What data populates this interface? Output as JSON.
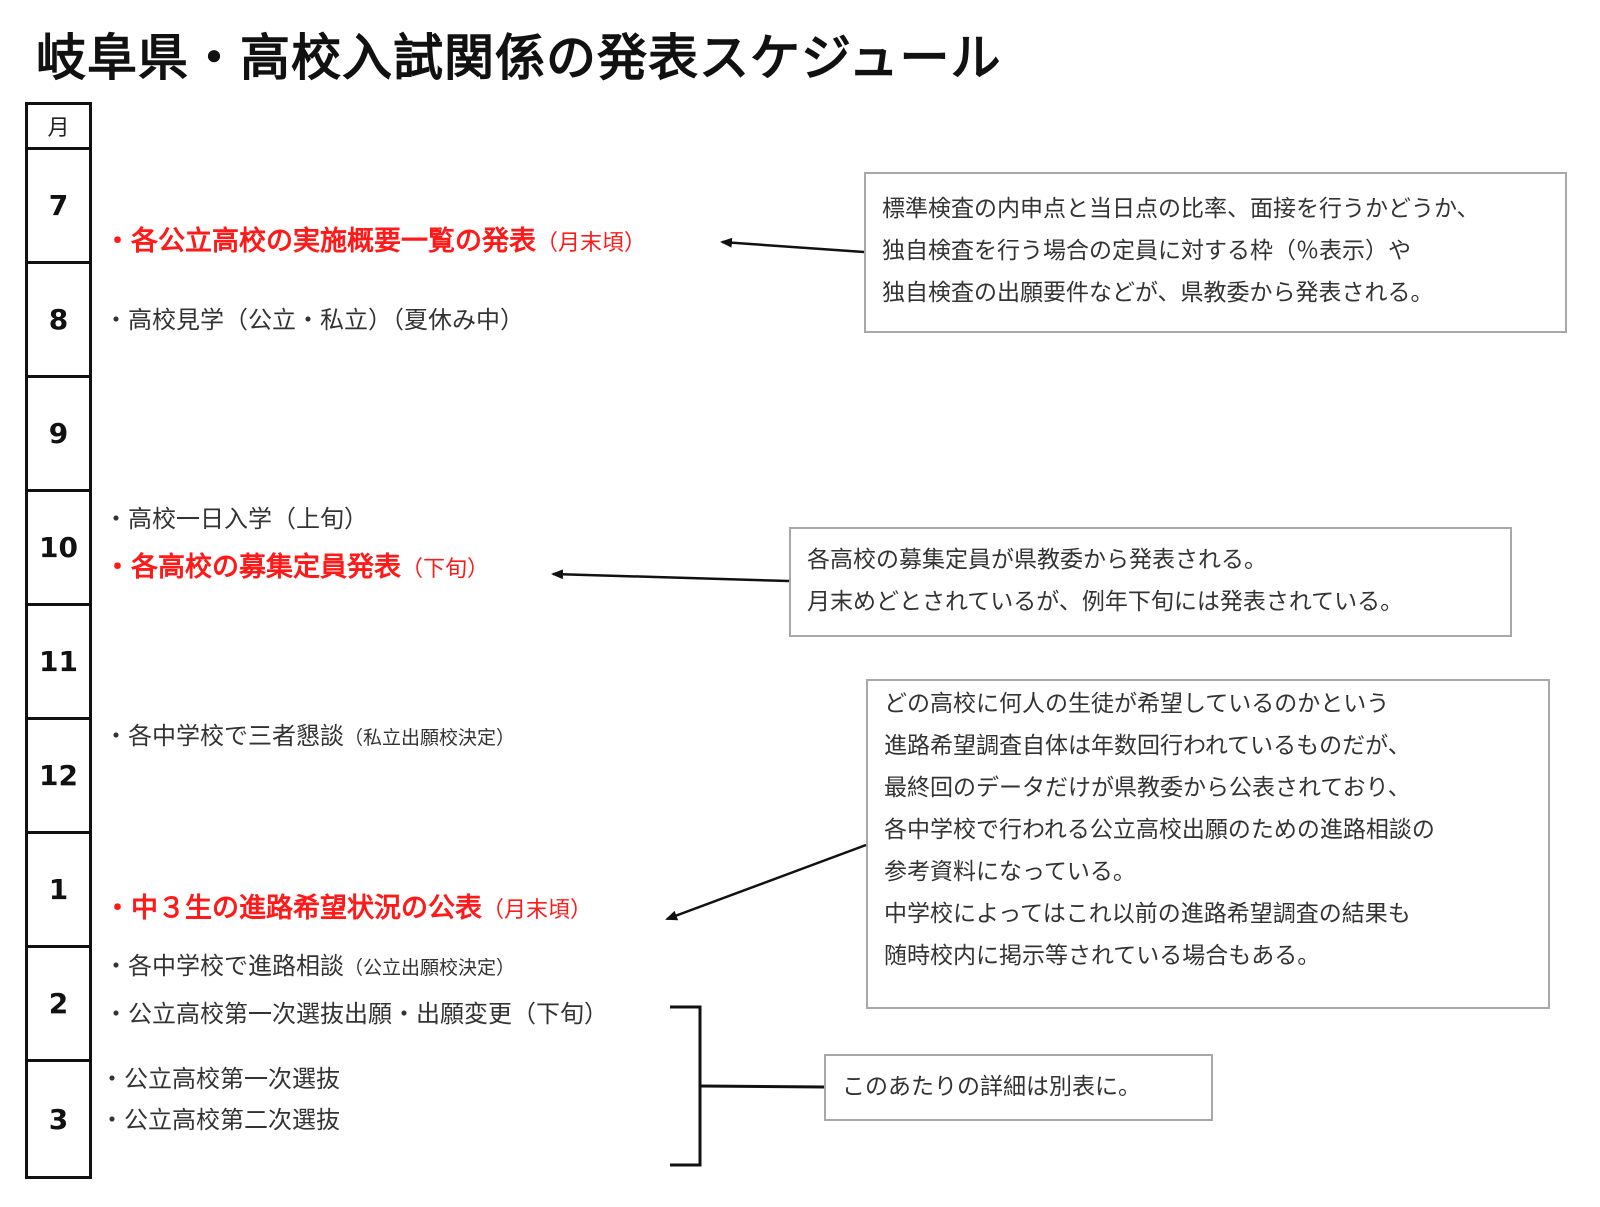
{
  "title": "岐阜県・高校入試関係の発表スケジュール",
  "timeline": {
    "header": "月",
    "months": [
      "7",
      "8",
      "9",
      "10",
      "11",
      "12",
      "1",
      "2",
      "3"
    ]
  },
  "events": {
    "jul_summary": {
      "text": "・各公立高校の実施概要一覧の発表",
      "note": "（月末頃）"
    },
    "aug_visit": {
      "text": "・高校見学（公立・私立）（夏休み中）"
    },
    "oct_trial": {
      "text": "・高校一日入学（上旬）"
    },
    "oct_quota": {
      "text": "・各高校の募集定員発表",
      "note": "（下旬）"
    },
    "dec_meeting": {
      "text": "・各中学校で三者懇談",
      "note": "（私立出願校決定）"
    },
    "jan_survey": {
      "text": "・中３生の進路希望状況の公表",
      "note": "（月末頃）"
    },
    "feb_consult": {
      "text": "・各中学校で進路相談",
      "note": "（公立出願校決定）"
    },
    "feb_apply": {
      "text": "・公立高校第一次選抜出願・出願変更（下旬）"
    },
    "mar_first": {
      "text": "・公立高校第一次選抜"
    },
    "mar_second": {
      "text": "・公立高校第二次選抜"
    }
  },
  "notes": {
    "summary": [
      "標準検査の内申点と当日点の比率、面接を行うかどうか、",
      "独自検査を行う場合の定員に対する枠（％表示）や",
      "独自検査の出願要件などが、県教委から発表される。"
    ],
    "quota": [
      "各高校の募集定員が県教委から発表される。",
      "月末めどとされているが、例年下旬には発表されている。"
    ],
    "survey": [
      "どの高校に何人の生徒が希望しているのかという",
      "進路希望調査自体は年数回行われているものだが、",
      "最終回のデータだけが県教委から公表されており、",
      "各中学校で行われる公立高校出願のための進路相談の",
      "参考資料になっている。",
      "中学校によってはこれ以前の進路希望調査の結果も",
      "随時校内に掲示等されている場合もある。"
    ],
    "details": [
      "このあたりの詳細は別表に。"
    ]
  },
  "colors": {
    "highlight": "#ff1a1a",
    "text": "#333333",
    "border": "#111111",
    "note_border": "#a8a8a8"
  }
}
